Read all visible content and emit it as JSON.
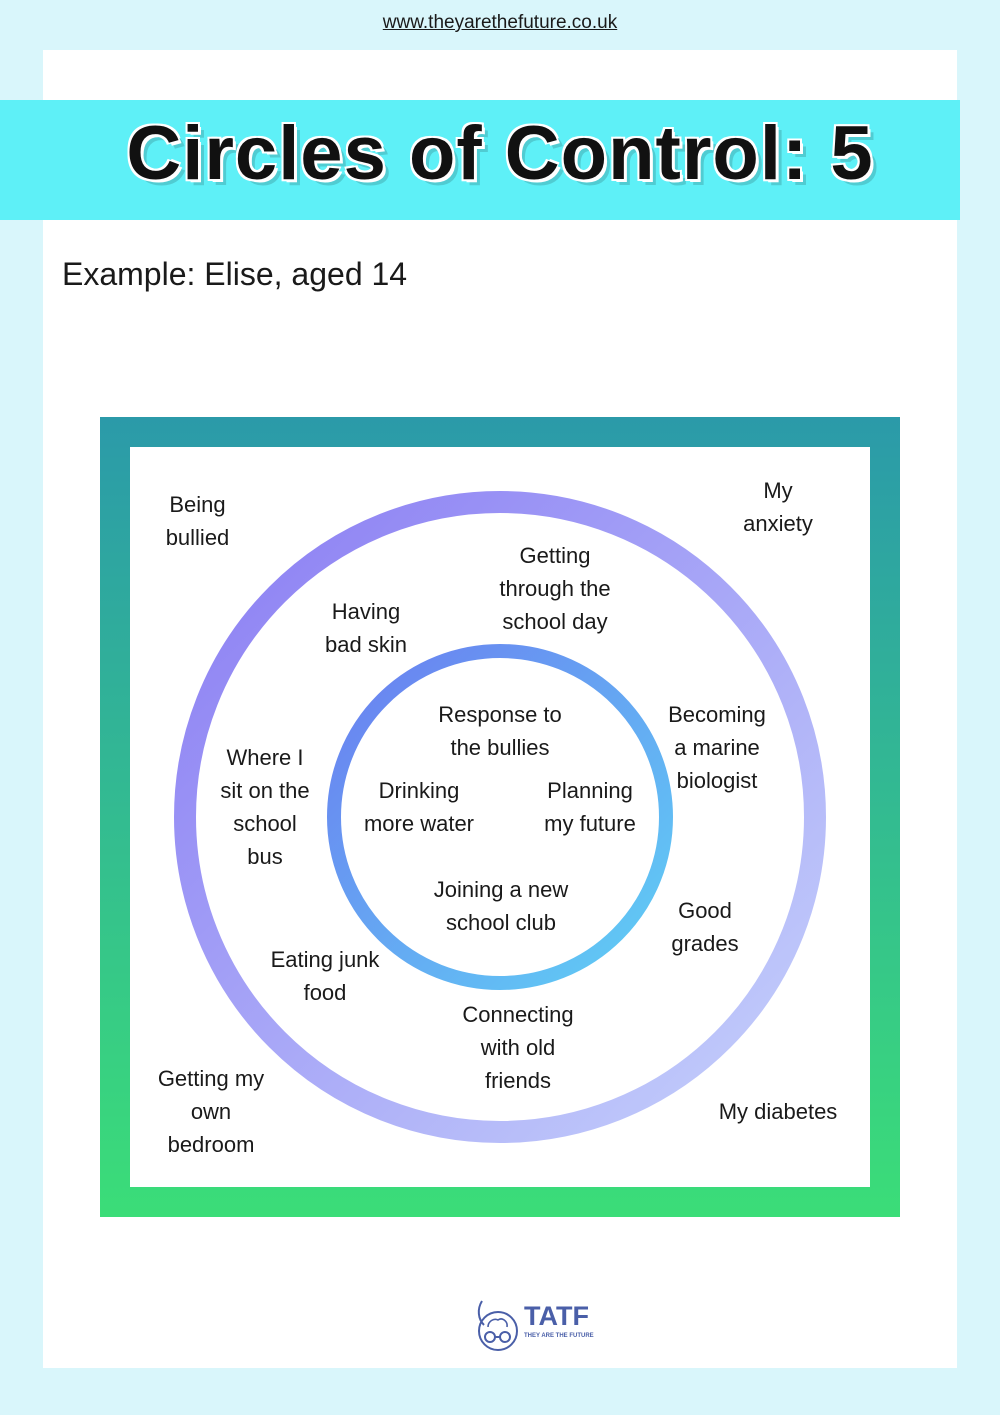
{
  "header": {
    "url": "www.theyarethefuture.co.uk",
    "title": "Circles of Control: 5",
    "subtitle": "Example: Elise, aged 14"
  },
  "colors": {
    "background": "#d9f6fb",
    "banner": "#5ef0f7",
    "frame_top": "#2b9aa9",
    "frame_bottom": "#3bdd78",
    "outer_ring_start": "#8a7cf3",
    "outer_ring_end": "#c6d2fb",
    "inner_ring_start": "#6b7df0",
    "inner_ring_end": "#5fd0f5"
  },
  "diagram": {
    "outside_items": [
      "Being\nbullied",
      "My\nanxiety",
      "Getting my\nown\nbedroom",
      "My diabetes"
    ],
    "influence_items": [
      "Getting\nthrough the\nschool day",
      "Having\nbad skin",
      "Becoming\na marine\nbiologist",
      "Where I\nsit on the\nschool\nbus",
      "Good\ngrades",
      "Eating junk\nfood",
      "Connecting\nwith old\nfriends"
    ],
    "control_items": [
      "Response to\nthe bullies",
      "Drinking\nmore water",
      "Planning\nmy future",
      "Joining a new\nschool club"
    ]
  },
  "logo": {
    "name": "TATF",
    "tagline": "THEY ARE THE FUTURE"
  }
}
